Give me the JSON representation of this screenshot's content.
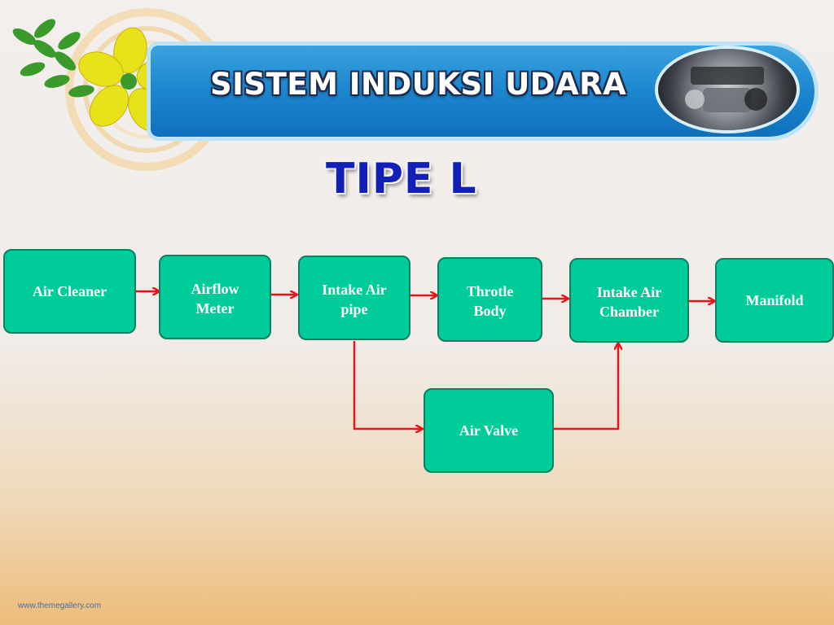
{
  "header": {
    "title": "SISTEM INDUKSI UDARA",
    "subtitle": "TIPE L"
  },
  "diagram": {
    "nodes": [
      {
        "id": "air-cleaner",
        "label": "Air Cleaner"
      },
      {
        "id": "airflow-meter",
        "label": "Airflow\nMeter"
      },
      {
        "id": "intake-air-pipe",
        "label": "Intake Air\npipe"
      },
      {
        "id": "throtle-body",
        "label": "Throtle\nBody"
      },
      {
        "id": "intake-air-chamber",
        "label": "Intake Air\nChamber"
      },
      {
        "id": "manifold",
        "label": "Manifold"
      },
      {
        "id": "air-valve",
        "label": "Air Valve"
      }
    ],
    "edges": [
      {
        "from": "air-cleaner",
        "to": "airflow-meter"
      },
      {
        "from": "airflow-meter",
        "to": "intake-air-pipe"
      },
      {
        "from": "intake-air-pipe",
        "to": "throtle-body"
      },
      {
        "from": "throtle-body",
        "to": "intake-air-chamber"
      },
      {
        "from": "intake-air-chamber",
        "to": "manifold"
      },
      {
        "from": "intake-air-pipe",
        "to": "air-valve"
      },
      {
        "from": "air-valve",
        "to": "intake-air-chamber"
      }
    ]
  },
  "colors": {
    "node_fill": "#00cc99",
    "node_border": "#0f7f63",
    "arrow": "#e8141c",
    "banner": "#1c86cf",
    "subtitle": "#1320b8"
  },
  "footer": {
    "text": "www.themegallery.com"
  }
}
